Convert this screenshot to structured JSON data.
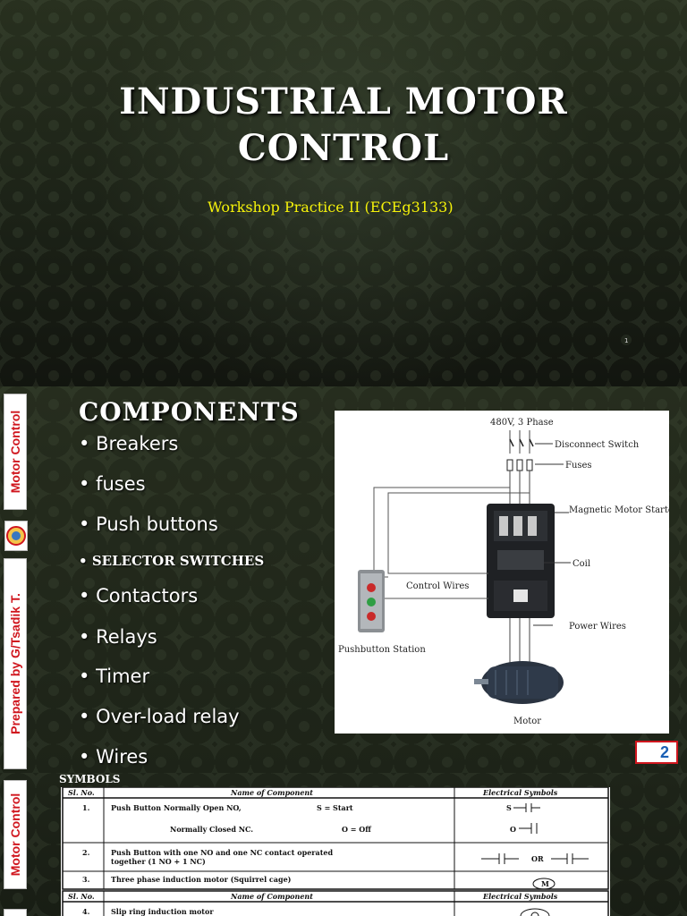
{
  "slide1": {
    "title_line1": "INDUSTRIAL MOTOR",
    "title_line2": "CONTROL",
    "subtitle": "Workshop Practice II (ECEg3133)",
    "page_number": "1"
  },
  "slide2": {
    "heading": "COMPONENTS",
    "bullets": [
      "Breakers",
      "fuses",
      "Push buttons",
      "SELECTOR SWITCHES",
      "Contactors",
      "Relays",
      "Timer",
      "Over-load relay",
      "Wires"
    ],
    "sidebar_top": "Motor Control",
    "sidebar_bottom": "Prepared by G/Tsadik T.",
    "page_number": "2",
    "diagram": {
      "supply": "480V, 3 Phase",
      "disconnect": "Disconnect Switch",
      "fuses": "Fuses",
      "starter": "Magnetic Motor Starter",
      "coil": "Coil",
      "control_wires": "Control Wires",
      "power_wires": "Power Wires",
      "pushbutton_station": "Pushbutton Station",
      "motor": "Motor"
    }
  },
  "slide3": {
    "label": "SYMBOLS",
    "sidebar_top": "Motor Control",
    "table": {
      "headers": [
        "Sl. No.",
        "Name of Component",
        "Electrical Symbols"
      ],
      "rows": [
        {
          "no": "1.",
          "name": "Push Button Normally Open NO,",
          "extra": "S = Start"
        },
        {
          "no": "",
          "name": "Normally Closed NC.",
          "extra": "O = Off"
        },
        {
          "no": "2.",
          "name": "Push Button with one NO and one NC contact operated",
          "name2": "together (1 NO + 1 NC)",
          "or": "OR"
        },
        {
          "no": "3.",
          "name": "Three phase induction motor (Squirrel cage)",
          "symbol": "M"
        }
      ],
      "headers2": [
        "Sl. No.",
        "Name of Component",
        "Electrical Symbols"
      ],
      "rows2": [
        {
          "no": "4.",
          "name": "Slip ring induction motor"
        }
      ]
    }
  }
}
